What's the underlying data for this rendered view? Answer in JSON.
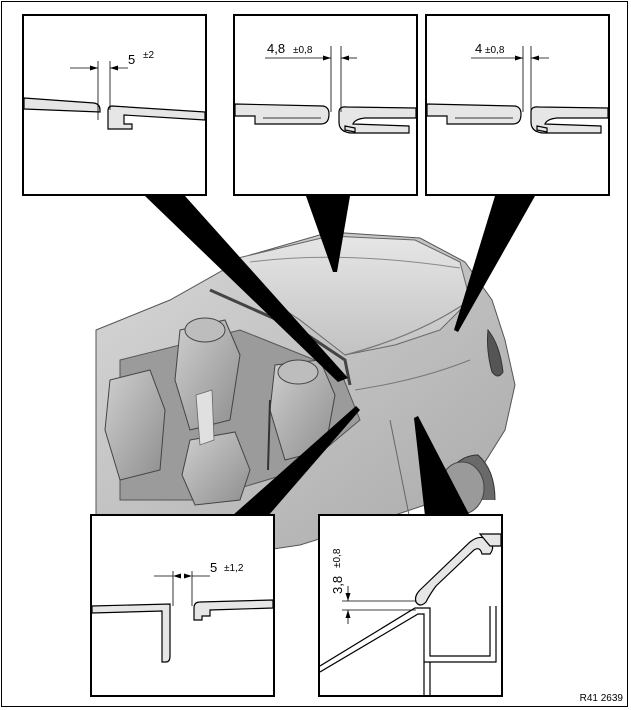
{
  "figure_code": "R41 2639",
  "details": [
    {
      "id": "top-left",
      "value": "5",
      "tolerance": "±2"
    },
    {
      "id": "top-middle",
      "value": "4,8",
      "tolerance": "±0,8"
    },
    {
      "id": "top-right",
      "value": "4",
      "tolerance": "±0,8"
    },
    {
      "id": "bottom-left",
      "value": "5",
      "tolerance": "±1,2"
    },
    {
      "id": "bottom-right",
      "value": "3,8",
      "tolerance": "±0,8"
    }
  ]
}
